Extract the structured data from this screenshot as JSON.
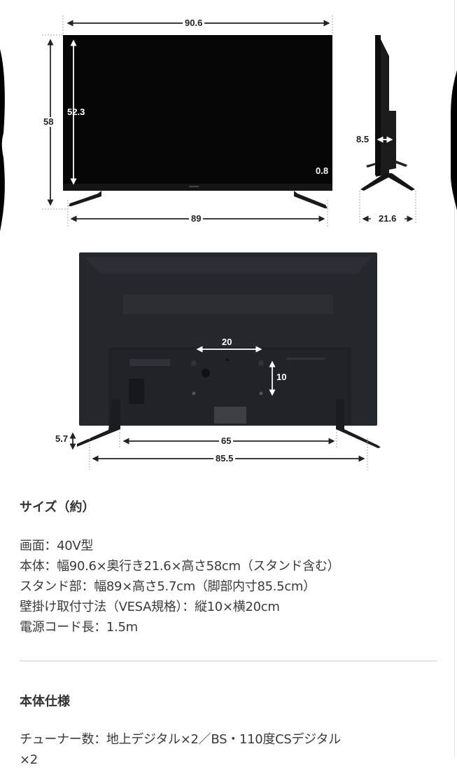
{
  "figure": {
    "front_view": {
      "width_label": "90.6",
      "height_total_label": "58",
      "screen_height_label": "52.3",
      "bezel_label": "0.8",
      "stand_width_label": "89"
    },
    "side_view": {
      "thickness_label": "8.5",
      "depth_label": "21.6"
    },
    "rear_view": {
      "vesa_horizontal_label": "20",
      "vesa_vertical_label": "10",
      "stand_height_label": "5.7",
      "stand_inner_label": "65",
      "stand_outer_label": "85.5"
    },
    "colors": {
      "tv_body": "#050505",
      "tv_rear": "#24272c",
      "dimension_line": "#222222"
    }
  },
  "size_section": {
    "title": "サイズ（約）",
    "lines": [
      "画面：40V型",
      "本体：幅90.6×奥行き21.6×高さ58cm（スタンド含む）",
      "スタンド部：幅89×高さ5.7cm（脚部内寸85.5cm）",
      "壁掛け取付寸法（VESA規格）：縦10×横20cm",
      "電源コード長：1.5m"
    ]
  },
  "spec_section": {
    "title": "本体仕様",
    "lines": [
      "チューナー数：地上デジタル×2／BS・110度CSデジタル",
      "×2"
    ]
  }
}
